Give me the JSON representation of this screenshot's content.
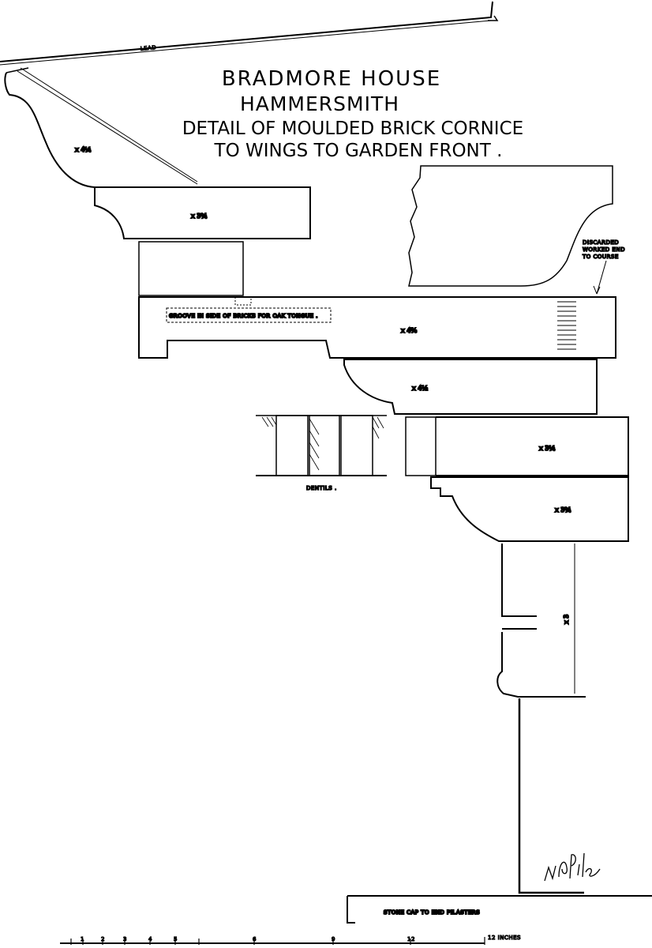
{
  "title": {
    "line1": "BRADMORE  HOUSE",
    "line2": "HAMMERSMITH",
    "line3": "DETAIL  OF  MOULDED  BRICK CORNICE",
    "line4": "TO  WINGS  TO  GARDEN  FRONT ."
  },
  "labels": {
    "lead": "LEAD",
    "groove_note": "GROOVE IN SIDE OF BRICKS FOR OAK TONGUE .",
    "discarded_line1": "DISCARDED",
    "discarded_line2": "WORKED END",
    "discarded_line3": "TO COURSE",
    "dentils": "DENTILS .",
    "stone_cap": "STONE CAP TO END PILASTERS",
    "scale_unit": "12 INCHES",
    "signature": "W.F. Pile"
  },
  "dimensions": {
    "top_course": "x 4¼",
    "second_course": "x 3¾",
    "tongue_course": "x 4⅝",
    "ovolo_course": "x 4½",
    "fillet_course": "x 3¼",
    "cove_course": "x 3¾",
    "pilaster_height": "x 3"
  },
  "scale": {
    "ticks": [
      "1",
      "2",
      "3",
      "4",
      "5",
      "6",
      "9",
      "12"
    ]
  }
}
